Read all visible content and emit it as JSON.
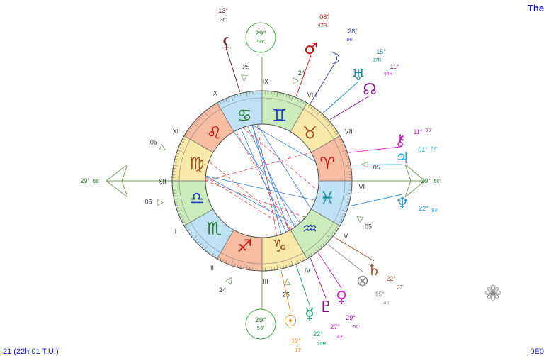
{
  "header": {
    "title_fragment": "The"
  },
  "footer": {
    "left_fragment": "21 (22h 01 T.U.)",
    "right_fragment": "0E0"
  },
  "colors": {
    "fire": "#f4a582",
    "earth": "#f7e18c",
    "air": "#b9e6a3",
    "water": "#a8d8ef",
    "ring_outline": "#555555",
    "axis": "#7a9a62",
    "aspect_red": "#e04040",
    "aspect_blue": "#3a7bd5"
  },
  "angles": {
    "asc": {
      "deg": "29°",
      "min": "56'"
    },
    "desc": {
      "deg": "29°",
      "min": "56'"
    },
    "mc": {
      "deg": "29°",
      "min": "56'"
    },
    "ic": {
      "deg": "29°",
      "min": "56'"
    }
  },
  "houses": [
    {
      "numeral": "X",
      "cusp": ""
    },
    {
      "numeral": "IX",
      "cusp": "25"
    },
    {
      "numeral": "VIII",
      "cusp": "24"
    },
    {
      "numeral": "VII",
      "cusp": ""
    },
    {
      "numeral": "VI",
      "cusp": "05"
    },
    {
      "numeral": "V",
      "cusp": "05"
    },
    {
      "numeral": "IV",
      "cusp": ""
    },
    {
      "numeral": "III",
      "cusp": "25"
    },
    {
      "numeral": "II",
      "cusp": "24"
    },
    {
      "numeral": "I",
      "cusp": ""
    },
    {
      "numeral": "XII",
      "cusp": "05"
    },
    {
      "numeral": "XI",
      "cusp": "05"
    }
  ],
  "signs": [
    {
      "name": "cancer-sign",
      "glyph": "♋",
      "color": "#2e7d32",
      "element": "water"
    },
    {
      "name": "gemini-sign",
      "glyph": "♊",
      "color": "#1f3fbf",
      "element": "air"
    },
    {
      "name": "taurus-sign",
      "glyph": "♉",
      "color": "#a0522d",
      "element": "earth"
    },
    {
      "name": "aries-sign",
      "glyph": "♈",
      "color": "#d01010",
      "element": "fire"
    },
    {
      "name": "pisces-sign",
      "glyph": "♓",
      "color": "#1e8aa0",
      "element": "water"
    },
    {
      "name": "aquarius-sign",
      "glyph": "♒",
      "color": "#1f3fbf",
      "element": "air"
    },
    {
      "name": "capricorn-sign",
      "glyph": "♑",
      "color": "#a0522d",
      "element": "earth"
    },
    {
      "name": "sagittarius-sign",
      "glyph": "♐",
      "color": "#d01010",
      "element": "fire"
    },
    {
      "name": "scorpio-sign",
      "glyph": "♏",
      "color": "#2e7d32",
      "element": "water"
    },
    {
      "name": "libra-sign",
      "glyph": "♎",
      "color": "#1f3fbf",
      "element": "air"
    },
    {
      "name": "virgo-sign",
      "glyph": "♍",
      "color": "#a0522d",
      "element": "earth"
    },
    {
      "name": "leo-sign",
      "glyph": "♌",
      "color": "#d01010",
      "element": "fire"
    }
  ],
  "planets": [
    {
      "name": "lilith",
      "glyph": "⚸",
      "color": "#5a1a1a",
      "deg": "13°",
      "min": "36'"
    },
    {
      "name": "mars",
      "glyph": "♂",
      "color": "#d01010",
      "deg": "08°",
      "min": "47R"
    },
    {
      "name": "moon",
      "glyph": "☽",
      "color": "#2a3a9a",
      "deg": "28°",
      "min": "06'"
    },
    {
      "name": "uranus",
      "glyph": "♅",
      "color": "#1e8aa0",
      "deg": "15°",
      "min": "07R"
    },
    {
      "name": "north-node",
      "glyph": "☊",
      "color": "#8a2090",
      "deg": "11°",
      "min": "44R"
    },
    {
      "name": "chiron",
      "glyph": "⚷",
      "color": "#d01fd0",
      "deg": "11°",
      "min": "59'"
    },
    {
      "name": "jupiter",
      "glyph": "♃",
      "color": "#20a8d8",
      "deg": "01°",
      "min": "26'"
    },
    {
      "name": "neptune",
      "glyph": "♆",
      "color": "#2090d8",
      "deg": "22°",
      "min": "54'"
    },
    {
      "name": "saturn",
      "glyph": "♄",
      "color": "#a0522d",
      "deg": "22°",
      "min": "37'"
    },
    {
      "name": "part-of-fortune",
      "glyph": "⊗",
      "color": "#888888",
      "deg": "15°",
      "min": "45'"
    },
    {
      "name": "pluto",
      "glyph": "♇",
      "color": "#8a1090",
      "deg": "29°",
      "min": "50'"
    },
    {
      "name": "venus",
      "glyph": "♀",
      "color": "#d01fd0",
      "deg": "27°",
      "min": "43'"
    },
    {
      "name": "mercury",
      "glyph": "☿",
      "color": "#18a060",
      "deg": "22°",
      "min": "20R"
    },
    {
      "name": "sun",
      "glyph": "☉",
      "color": "#e08a10",
      "deg": "12°",
      "min": "17'"
    }
  ]
}
